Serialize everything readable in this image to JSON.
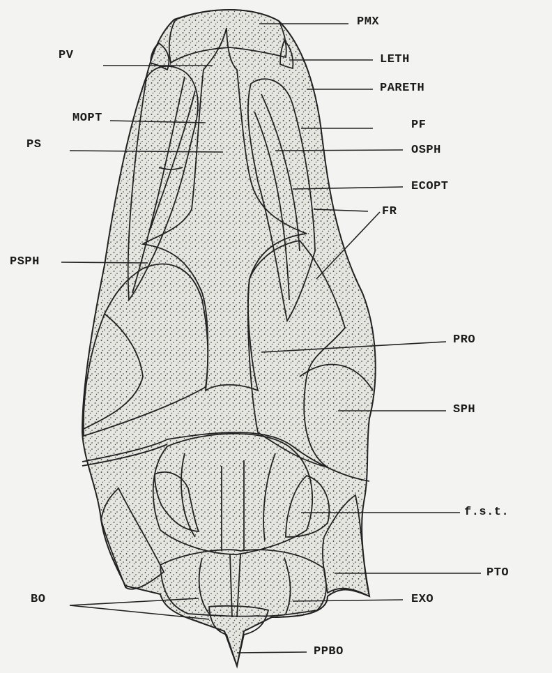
{
  "labels": {
    "pmx": "PMX",
    "pv": "PV",
    "leth": "LETH",
    "pareth": "PARETH",
    "mopt": "MOPT",
    "pf": "PF",
    "ps": "PS",
    "osph": "OSPH",
    "ecopt": "ECOPT",
    "fr": "FR",
    "psph": "PSPH",
    "pro": "PRO",
    "sph": "SPH",
    "fst": "f.s.t.",
    "pto": "PTO",
    "bo": "BO",
    "exo": "EXO",
    "ppbo": "PPBO"
  },
  "colors": {
    "bone_fill": "#e4e4df",
    "ink": "#222222",
    "paper": "#f3f3f1"
  }
}
